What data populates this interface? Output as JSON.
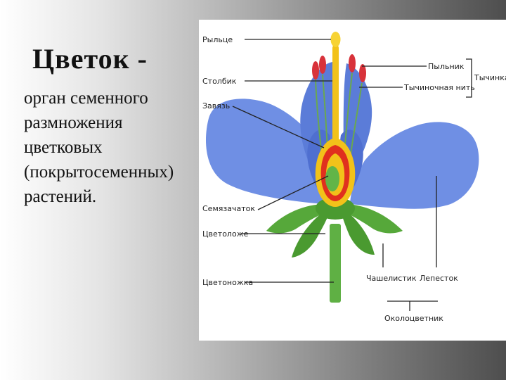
{
  "slide": {
    "title": "Цветок -",
    "description_lines": [
      "орган семенного",
      "размножения",
      "цветковых",
      "(покрытосеменных)",
      "растений."
    ]
  },
  "diagram": {
    "labels": {
      "stigma": "Рыльце",
      "style": "Столбик",
      "ovary": "Завязь",
      "ovule": "Семязачаток",
      "receptacle": "Цветоложе",
      "pedicel": "Цветоножка",
      "anther": "Пыльник",
      "filament": "Тычиночная нить",
      "stamen": "Тычинка",
      "sepal": "Чашелистик",
      "petal": "Лепесток",
      "perianth": "Околоцветник"
    },
    "colors": {
      "petal": "#6f8fe4",
      "petal_dark": "#4f6fd0",
      "leaf": "#56a83a",
      "stem": "#5fb044",
      "pistil": "#f2c21a",
      "ovary_red": "#e0301e",
      "ovule": "#62b548",
      "anther": "#d8323a"
    }
  }
}
